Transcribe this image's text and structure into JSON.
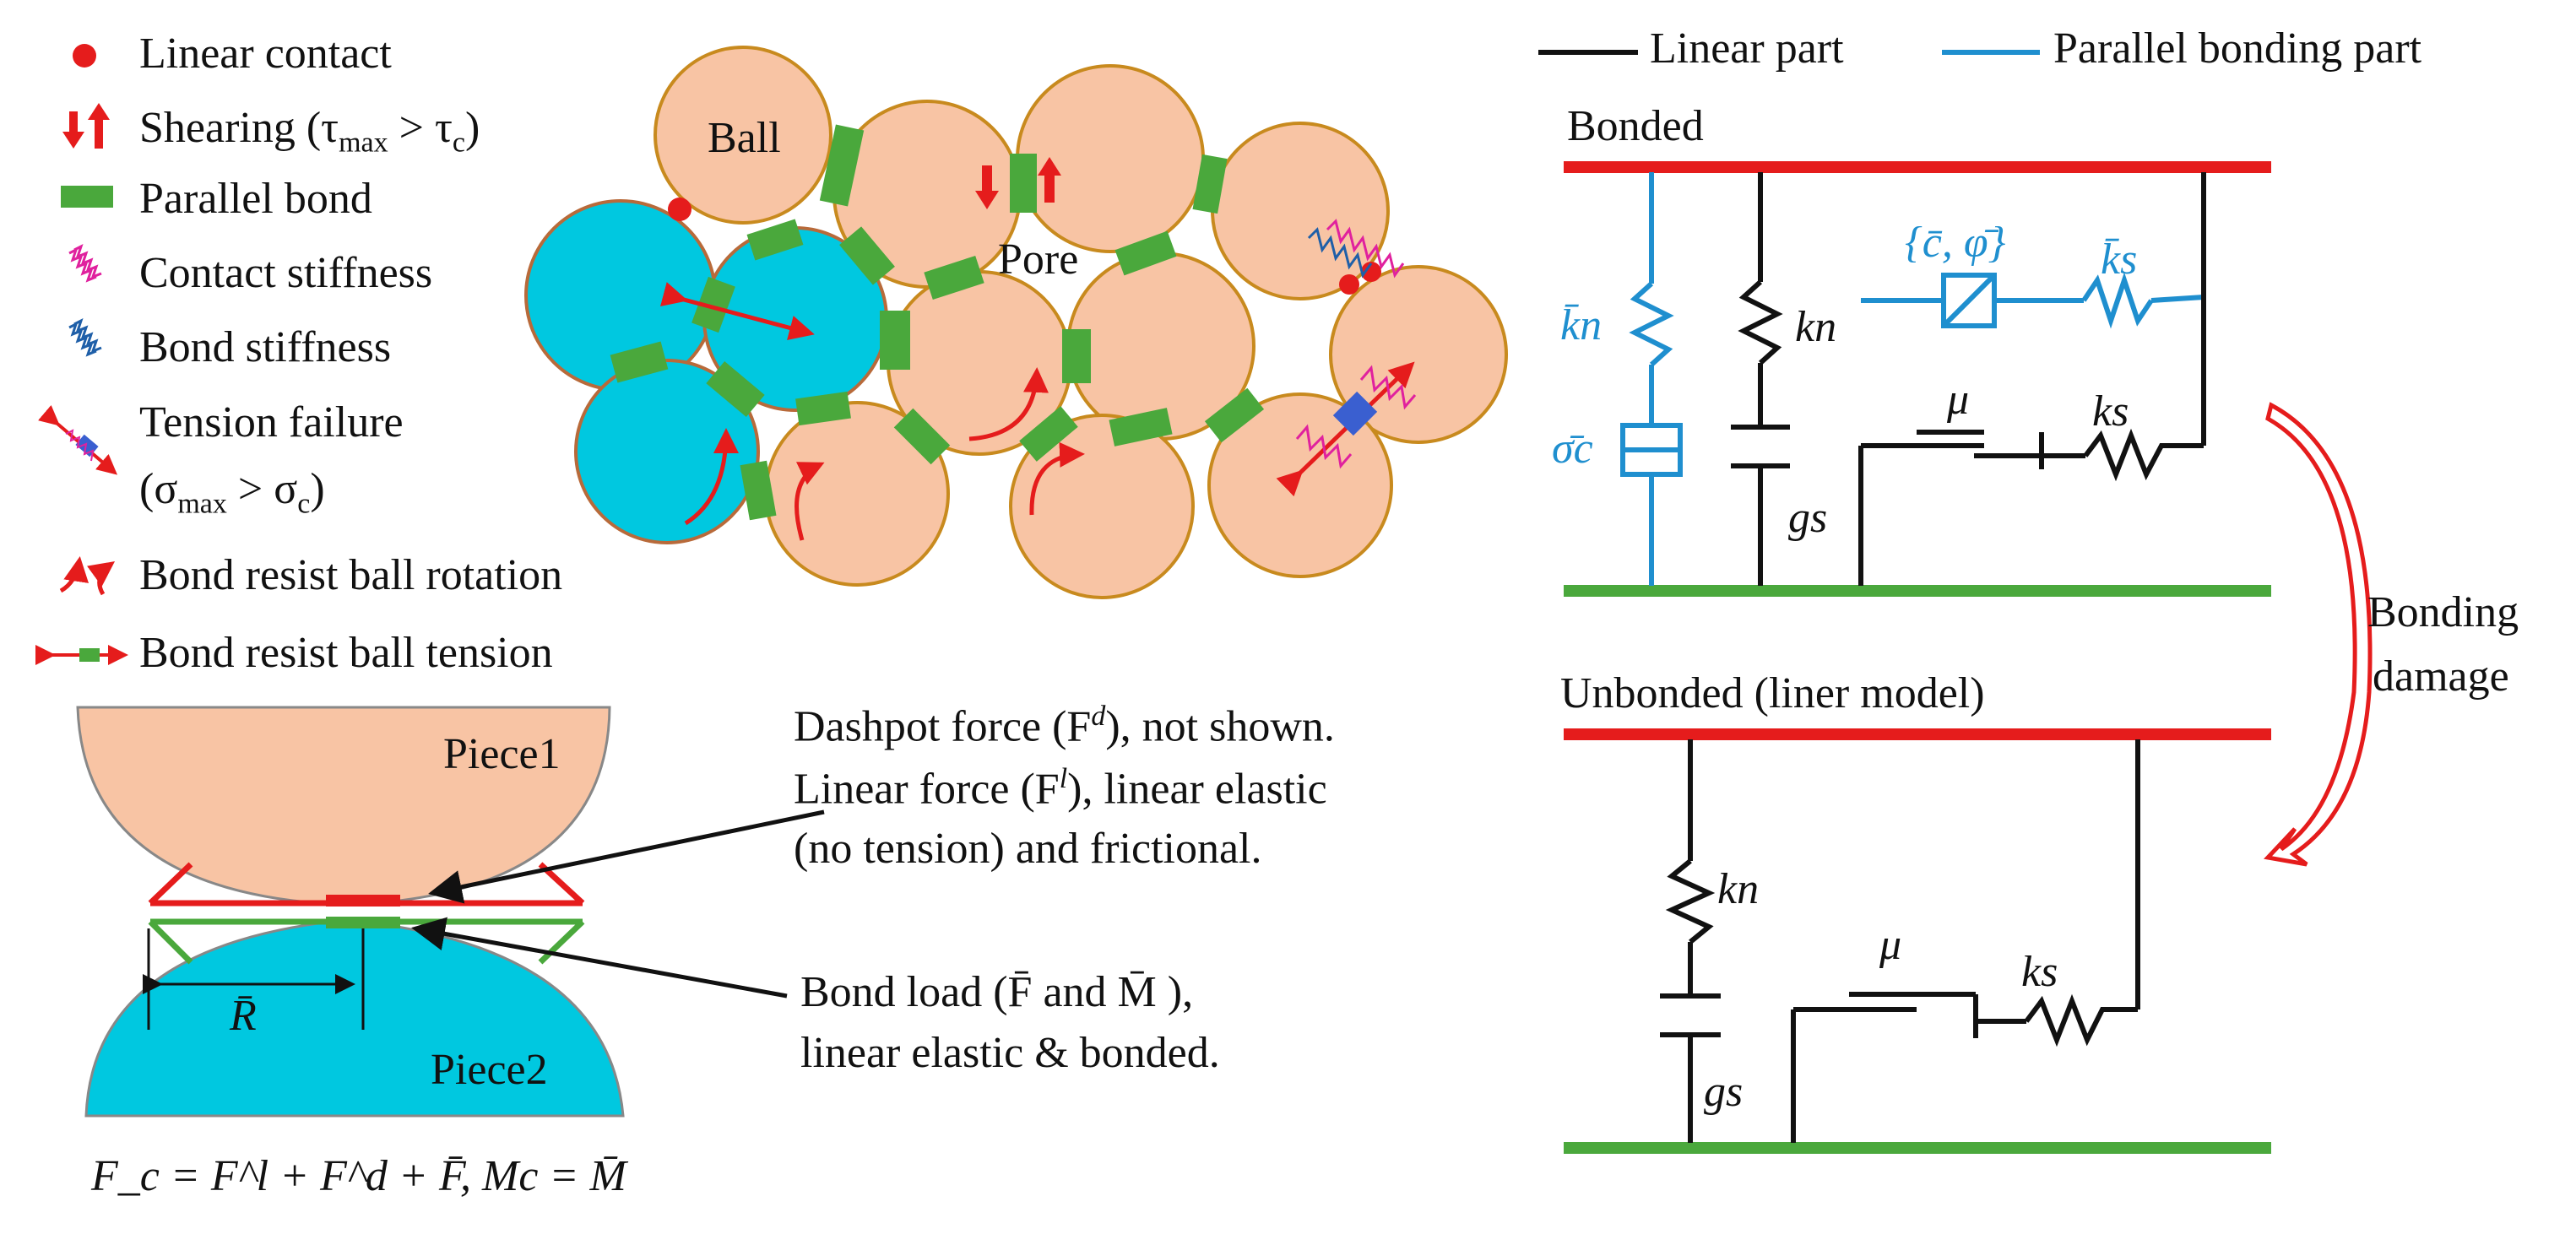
{
  "legend": {
    "linear_contact": "Linear contact",
    "shearing": "Shearing (τmax > τc)",
    "shearing_tau": "τ",
    "shearing_max": "max",
    "shearing_gt": " > τ",
    "shearing_c": "c",
    "parallel_bond": "Parallel bond",
    "contact_stiffness": "Contact stiffness",
    "bond_stiffness": "Bond stiffness",
    "tension_failure_line1": "Tension failure",
    "tension_failure_line2": "(σmax > σc)",
    "tension_sigma": "σ",
    "tension_max": "max",
    "tension_gt": " > σ",
    "tension_c": "c",
    "bond_rotation": "Bond resist ball rotation",
    "bond_tension": "Bond resist ball tension"
  },
  "ball_cluster": {
    "ball_label": "Ball",
    "pore_label": "Pore"
  },
  "contact_detail": {
    "piece1": "Piece1",
    "piece2": "Piece2",
    "r_bar": "R̄",
    "dashpot_line1": "Dashpot force (F",
    "dashpot_sup": "d",
    "dashpot_end": "), not shown.",
    "linear_line1": "Linear force (F",
    "linear_sup": "l",
    "linear_end": "), linear elastic",
    "linear_line2": "(no tension) and frictional.",
    "bond_line1": "Bond load (F̄ and M̄ ),",
    "bond_line2": "linear elastic & bonded.",
    "equation": "F_c = F^l + F^d + F̄, Mc = M̄"
  },
  "model_legend": {
    "linear_part": "Linear part",
    "parallel_part": "Parallel bonding part"
  },
  "bonded_model": {
    "title": "Bonded",
    "kn_bar": "k̄n",
    "sigma_c_bar": "σ̄c",
    "kn": "kn",
    "gs": "gs",
    "c_phi": "{c̄, φ̄}",
    "ks_bar": "k̄s",
    "mu": "μ",
    "ks": "ks"
  },
  "damage_label": {
    "line1": "Bonding",
    "line2": "damage"
  },
  "unbonded_model": {
    "title": "Unbonded (liner model)",
    "kn": "kn",
    "gs": "gs",
    "mu": "μ",
    "ks": "ks"
  },
  "colors": {
    "red": "#e51c1c",
    "green": "#4aa83c",
    "black": "#111111",
    "blue": "#1f8fcf",
    "ball_peach": "#f8c4a4",
    "ball_blue": "#00c8e0",
    "ball_outline": "#c88a1e",
    "magenta": "#e0219e"
  }
}
